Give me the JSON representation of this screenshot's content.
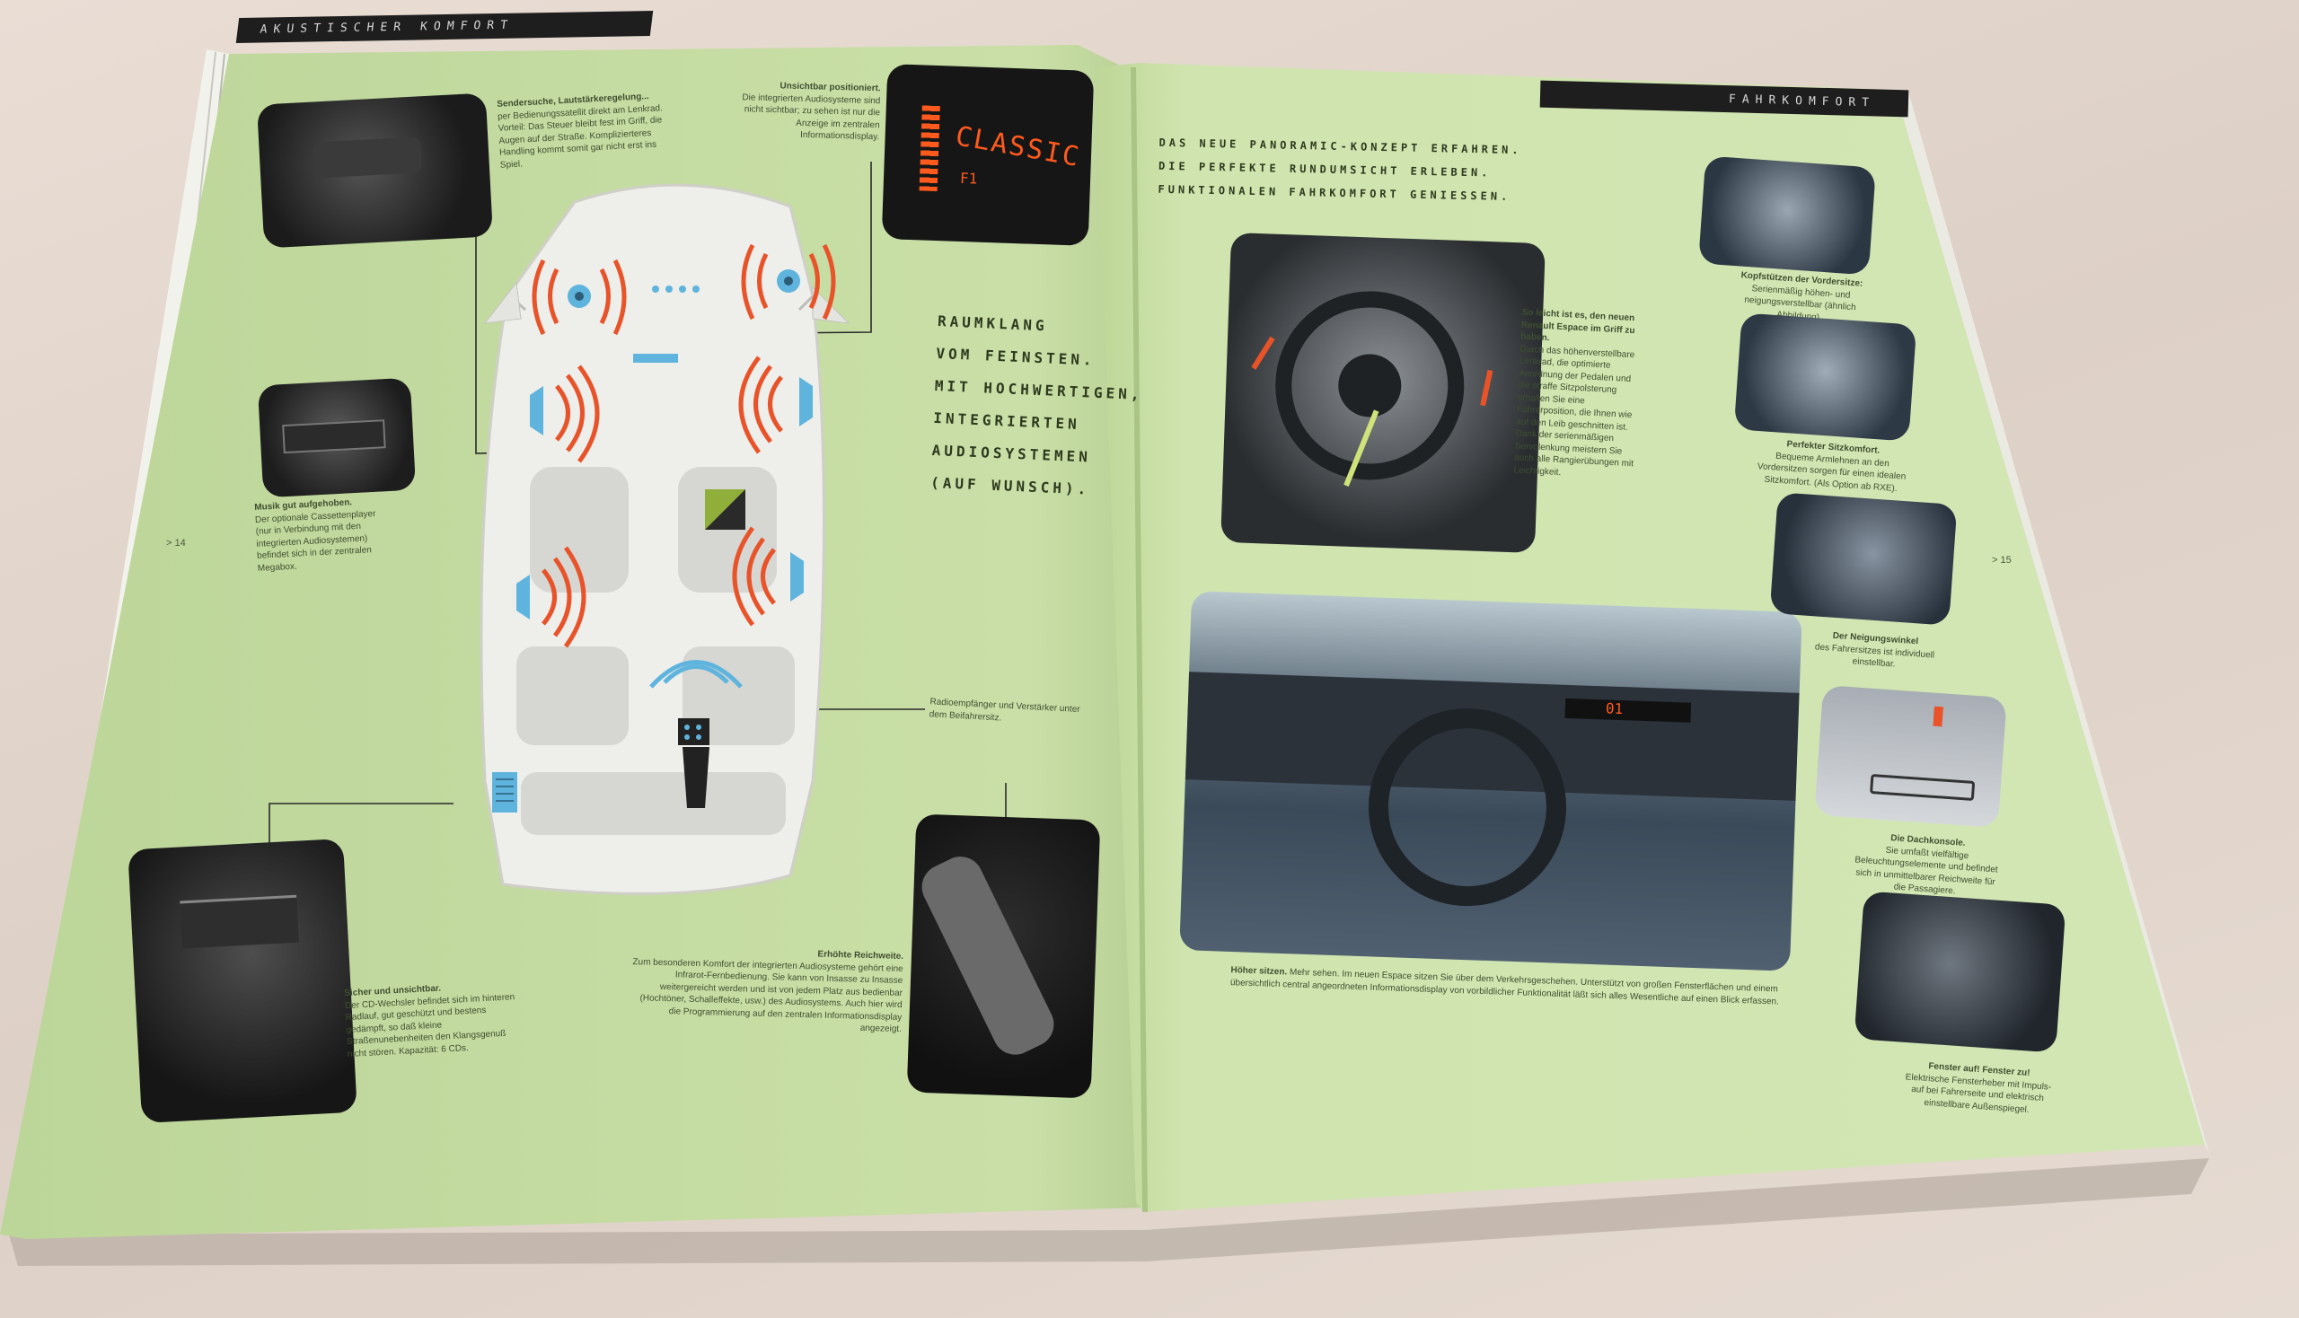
{
  "left_page": {
    "section_band": "AKUSTISCHER KOMFORT",
    "page_number": "> 14",
    "headline_lines": [
      "RAUMKLANG",
      "VOM FEINSTEN.",
      "MIT HOCHWERTIGEN,",
      "INTEGRIERTEN",
      "AUDIOSYSTEMEN",
      "(AUF WUNSCH)."
    ],
    "display_text": "CLASSIC",
    "display_sub": "F1",
    "captions": {
      "steering": {
        "title": "Sendersuche, Lautstärkeregelung...",
        "body": "per Bedienungssatellit direkt am Lenkrad. Vorteil: Das Steuer bleibt fest im Griff, die Augen auf der Straße. Komplizierteres Handling kommt somit gar nicht erst ins Spiel."
      },
      "display": {
        "title": "Unsichtbar positioniert.",
        "body": "Die integrierten Audiosysteme sind nicht sichtbar; zu sehen ist nur die Anzeige im zentralen Informationsdisplay."
      },
      "cassette": {
        "title": "Musik gut aufgehoben.",
        "body": "Der optionale Cassettenplayer (nur in Verbindung mit den integrierten Audiosystemen) befindet sich in der zentralen Megabox."
      },
      "radio": {
        "title": "",
        "body": "Radioempfänger und Verstärker unter dem Beifahrersitz."
      },
      "cd": {
        "title": "Sicher und unsichtbar.",
        "body": "Der CD-Wechsler befindet sich im hinteren Radlauf, gut geschützt und bestens gedämpft, so daß kleine Straßenunebenheiten den Klangsgenuß nicht stören. Kapazität: 6 CDs."
      },
      "remote": {
        "title": "Erhöhte Reichweite.",
        "body": "Zum besonderen Komfort der integrierten Audiosysteme gehört eine Infrarot-Fernbedienung. Sie kann von Insasse zu Insasse weitergereicht werden und ist von jedem Platz aus bedienbar (Hochtöner, Schalleffekte, usw.) des Audiosystems. Auch hier wird die Programmierung auf den zentralen Informationsdisplay angezeigt."
      }
    }
  },
  "right_page": {
    "section_band": "FAHRKOMFORT",
    "page_number": "> 15",
    "headline_lines": [
      "DAS NEUE PANORAMIC-KONZEPT ERFAHREN.",
      "DIE PERFEKTE RUNDUMSICHT ERLEBEN.",
      "FUNKTIONALEN FAHRKOMFORT GENIESSEN."
    ],
    "dash_display": "01",
    "captions": {
      "wheel": {
        "title": "So leicht ist es, den neuen Renault Espace im Griff zu haben.",
        "body": "Durch das höhenverstellbare Lenkrad, die optimierte Anordnung der Pedalen und die straffe Sitzpolsterung erhalten Sie eine Fahrerposition, die Ihnen wie auf den Leib geschnitten ist. Dank der serienmäßigen Servolenkung meistern Sie auch alle Rangierübungen mit Leichtigkeit."
      },
      "headrest": {
        "title": "Kopfstützen der Vordersitze:",
        "body": "Serienmäßig höhen- und neigungsverstellbar (ähnlich Abbildung)."
      },
      "armrest": {
        "title": "Perfekter Sitzkomfort.",
        "body": "Bequeme Armlehnen an den Vordersitzen sorgen für einen idealen Sitzkomfort. (Als Option ab RXE)."
      },
      "recline": {
        "title": "Der Neigungswinkel",
        "body": "des Fahrersitzes ist individuell einstellbar."
      },
      "roof": {
        "title": "Die Dachkonsole.",
        "body": "Sie umfaßt vielfältige Beleuchtungselemente und befindet sich in unmittelbarer Reichweite für die Passagiere."
      },
      "window": {
        "title": "Fenster auf! Fenster zu!",
        "body": "Elektrische Fensterheber mit Impuls-auf bei Fahrerseite und elektrisch einstellbare Außenspiegel."
      },
      "sit_high": {
        "title": "Höher sitzen.",
        "body": "Mehr sehen. Im neuen Espace sitzen Sie über dem Verkehrsgeschehen. Unterstützt von großen Fensterflächen und einem übersichtlich central angeordneten Informationsdisplay von vorbildlicher Funktionalität läßt sich alles Wesentliche auf einen Blick erfassen."
      }
    }
  },
  "colors": {
    "page": "#c9dfa7",
    "page_right": "#cfe4ae",
    "band": "#1e1e1e",
    "display": "#ff5a1e",
    "sound": "#e8532a",
    "wave": "#5fb4dd",
    "car": "#ecece8",
    "text": "#3f4e30"
  }
}
